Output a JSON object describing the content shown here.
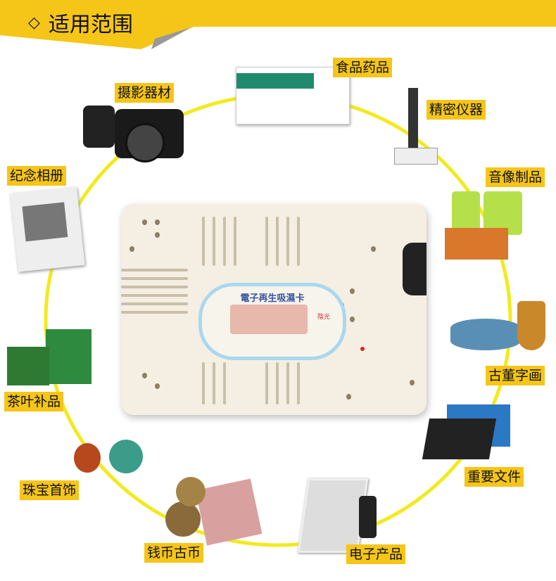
{
  "header": {
    "icon": "diamond-icon",
    "title": "适用范围"
  },
  "colors": {
    "accent": "#f5c518",
    "ring": "#f2ea1e"
  },
  "device": {
    "card_title": "電子再生吸濕卡",
    "indicator": "陰光"
  },
  "categories": [
    "摄影器材",
    "食品药品",
    "精密仪器",
    "音像制品",
    "古董字画",
    "重要文件",
    "电子产品",
    "钱币古币",
    "珠宝首饰",
    "茶叶补品",
    "纪念相册"
  ]
}
